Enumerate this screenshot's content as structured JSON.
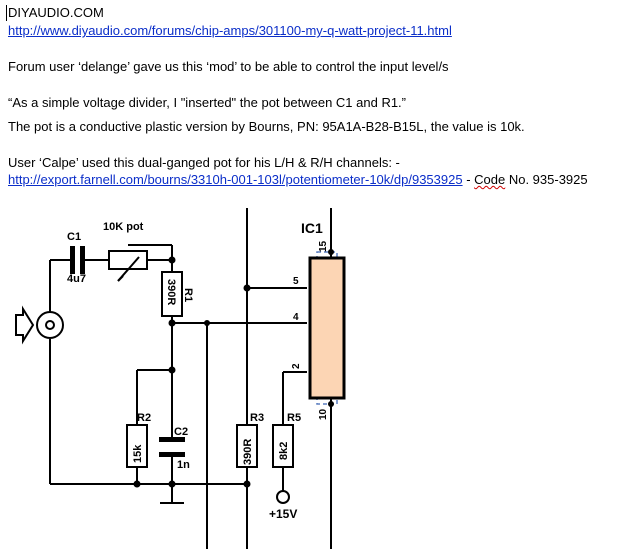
{
  "doc": {
    "site": "DIYAUDIO.COM",
    "url1": "http://www.diyaudio.com/forums/chip-amps/301100-my-q-watt-project-11.html",
    "para1": "Forum user ‘delange’ gave us this ‘mod’ to be able to control the input level/s",
    "quote": "“As a simple voltage divider, I \"inserted\" the pot between C1 and R1.”",
    "pot_info": "The pot is a conductive plastic version by Bourns, PN: 95A1A-B28-B15L, the value is 10k.",
    "calpe": "User ‘Calpe’ used this dual-ganged pot for his L/H & R/H channels: -",
    "url2": "http://export.farnell.com/bourns/3310h-001-103l/potentiometer-10k/dp/9353925",
    "sep": " - ",
    "code_word": "Code",
    "code_rest": " No. 935-3925"
  },
  "schematic": {
    "ic_label": "IC1",
    "pot_label": "10K pot",
    "c1_label": "C1",
    "c1_value": "4u7",
    "r1_label": "R1",
    "r1_value": "390R",
    "r2_label": "R2",
    "r2_value": "15k",
    "c2_label": "C2",
    "c2_value": "1n",
    "r3_label": "R3",
    "r3_value": "390R",
    "r5_label": "R5",
    "r5_value": "8k2",
    "supply_label": "+15V",
    "pins": [
      "15",
      "5",
      "4",
      "2",
      "10"
    ],
    "colors": {
      "ic_fill": "#fcd5b4",
      "ic_dash": "#5b7fc0"
    }
  }
}
